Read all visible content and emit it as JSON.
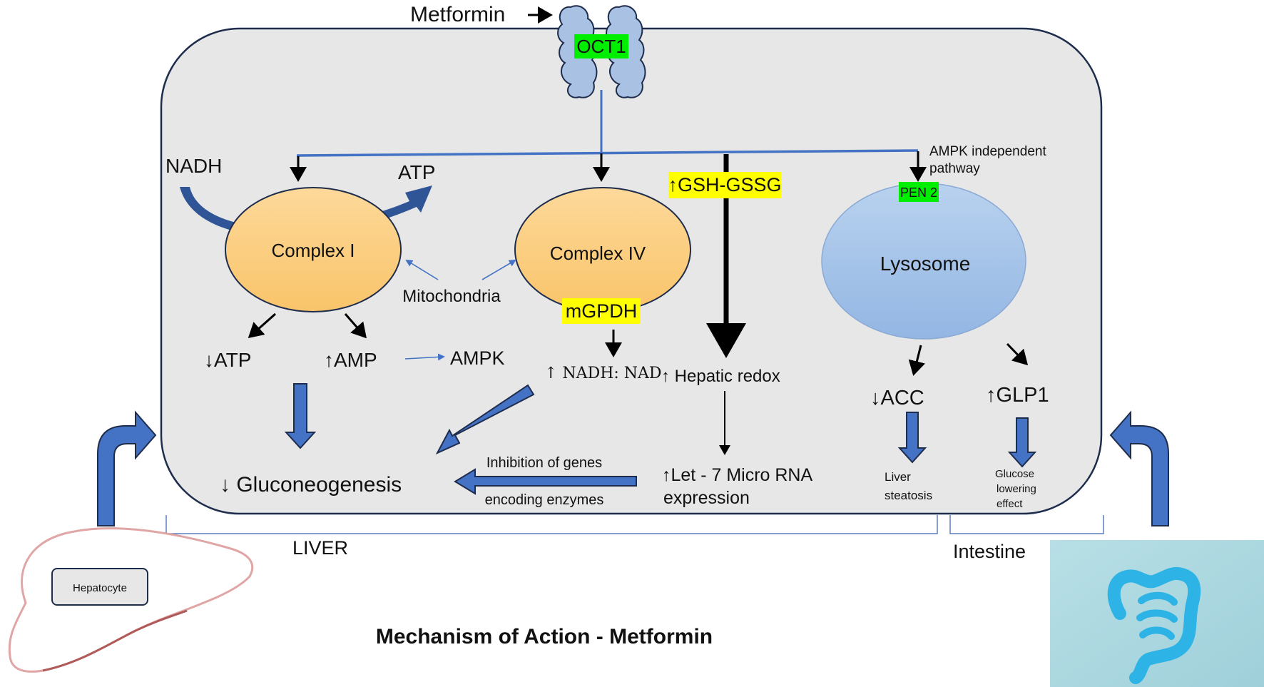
{
  "transporter": {
    "drug": "Metformin",
    "oct1": "OCT1"
  },
  "mitochondria": {
    "nadh": "NADH",
    "atp_out": "ATP",
    "complex1": "Complex I",
    "complex4": "Complex IV",
    "mgpdh": "mGPDH",
    "label": "Mitochondria"
  },
  "energy": {
    "atp_down": "↓ATP",
    "amp_up": "↑AMP",
    "ampk": "AMPK",
    "nadh_nad": "↑ NADH: NAD"
  },
  "redox": {
    "gsh": "↑GSH-GSSG",
    "hepatic": "↑ Hepatic redox",
    "let7_line1": "↑Let - 7 Micro RNA",
    "let7_line2": "expression",
    "inhibition_line1": "Inhibition of genes",
    "inhibition_line2": "encoding enzymes",
    "gluconeogenesis": "↓ Gluconeogenesis"
  },
  "lysosome": {
    "ampk_independent_line1": "AMPK independent",
    "ampk_independent_line2": "pathway",
    "pen2": "PEN 2",
    "label": "Lysosome",
    "acc": "↓ACC",
    "glp1": "↑GLP1",
    "steatosis_line1": "Liver",
    "steatosis_line2": "steatosis",
    "glucose_line1": "Glucose",
    "glucose_line2": "lowering",
    "glucose_line3": "effect"
  },
  "organs": {
    "liver": "LIVER",
    "intestine": "Intestine",
    "hepatocyte": "Hepatocyte"
  },
  "title": "Mechanism of Action - Metformin",
  "colors": {
    "cell_fill": "#e7e7e7",
    "mito_fill": "#fbd38d",
    "lysosome_fill": "#a8c6ea",
    "arrow_blue": "#4472c4",
    "highlight_green": "#00ee00",
    "highlight_yellow": "#ffff00",
    "liver_outline": "#e0a6a6"
  }
}
